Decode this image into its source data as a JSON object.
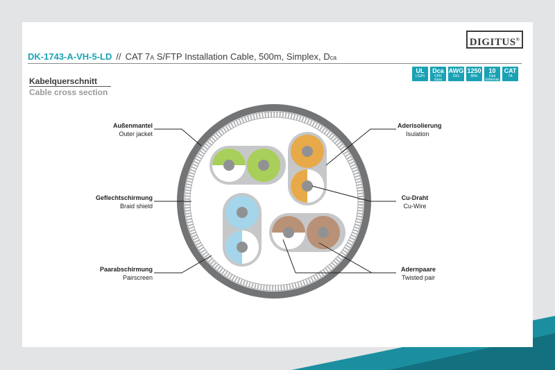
{
  "brand": {
    "logo_text": "DIGITUS",
    "logo_reg": "®"
  },
  "header": {
    "product_code": "DK-1743-A-VH-5-LD",
    "separator": "//",
    "description": "CAT 7A S/FTP Installation Cable, 500m, Simplex, Dca",
    "desc_main": "CAT 7",
    "desc_sub_a": "A",
    "desc_mid": " S/FTP Installation Cable, 500m, Simplex, D",
    "desc_sub_ca": "ca"
  },
  "section": {
    "title_de": "Kabelquerschnitt",
    "title_en": "Cable cross section"
  },
  "badges": [
    {
      "top": "UL",
      "bottom": "LSZH"
    },
    {
      "top": "Dca",
      "bottom": "CPR class"
    },
    {
      "top": "AWG",
      "bottom": "23/1"
    },
    {
      "top": "1250",
      "bottom": "MHz"
    },
    {
      "top": "10",
      "bottom": "Gbit Ethernet"
    },
    {
      "top": "CAT",
      "bottom": "7A"
    }
  ],
  "labels": {
    "outer_jacket": {
      "de": "Außenmantel",
      "en": "Outer jacket"
    },
    "braid_shield": {
      "de": "Geflechtschirmung",
      "en": "Braid shield"
    },
    "pairscreen": {
      "de": "Paarabschirmung",
      "en": "Pairscreen"
    },
    "insulation": {
      "de": "Aderisolierung",
      "en": "Isulation"
    },
    "cu_wire": {
      "de": "Cu-Draht",
      "en": "Cu-Wire"
    },
    "twisted_pair": {
      "de": "Adernpaare",
      "en": "Twisted pair"
    }
  },
  "colors": {
    "accent": "#1aa3b3",
    "jacket": "#737476",
    "shield": "#b3b4b6",
    "screen": "#c6c7c9",
    "green": "#a8cf5a",
    "orange": "#e8a949",
    "blue": "#a4d5ea",
    "brown": "#b99176",
    "conductor": "#909193"
  }
}
